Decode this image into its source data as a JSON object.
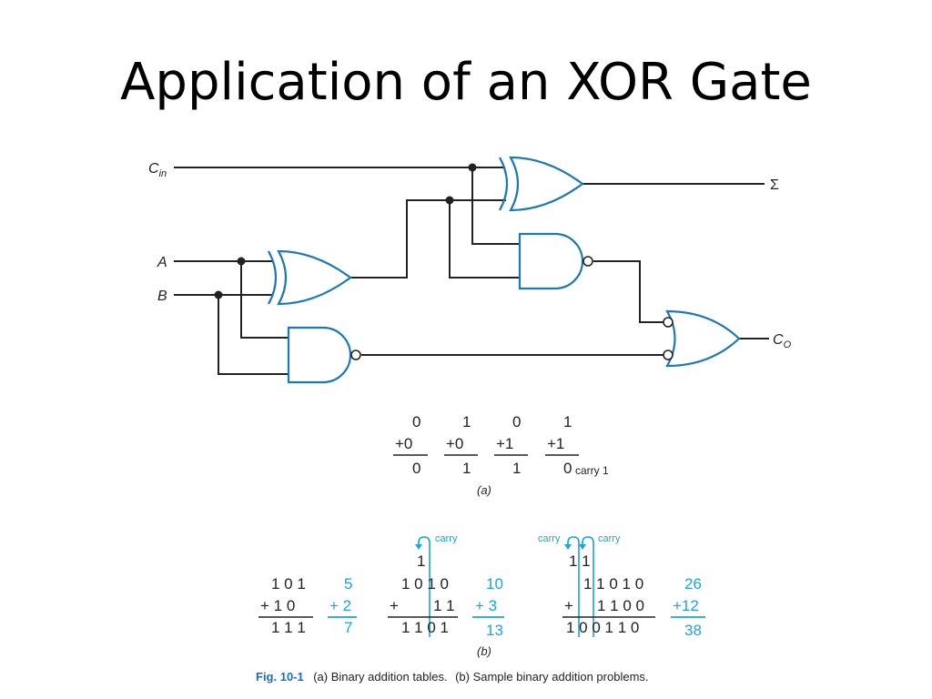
{
  "title": "Application of an XOR Gate",
  "circuit": {
    "inputs": {
      "cin": "C",
      "cin_sub": "in",
      "a": "A",
      "b": "B"
    },
    "outputs": {
      "sum": "Σ",
      "co": "C",
      "co_sub": "O"
    }
  },
  "table_a": {
    "columns": [
      {
        "top": "0",
        "add": "+0",
        "result": "0"
      },
      {
        "top": "1",
        "add": "+0",
        "result": "1"
      },
      {
        "top": "0",
        "add": "+1",
        "result": "1"
      },
      {
        "top": "1",
        "add": "+1",
        "result": "0"
      }
    ],
    "carry_note": "carry 1",
    "label": "(a)"
  },
  "problems_b": {
    "p1": {
      "top": "1 0 1",
      "bottom": "+  1 0",
      "result": "1 1 1",
      "dec_top": "5",
      "dec_bottom": "+ 2",
      "dec_result": "7"
    },
    "p2": {
      "carry_label": "carry",
      "carry_digit": "1",
      "top": "1 0 1 0",
      "plus": "+",
      "bottom": "1 1",
      "result": "1 1 0 1",
      "dec_top": "10",
      "dec_bottom": "+ 3",
      "dec_result": "13"
    },
    "p3": {
      "carry_label_left": "carry",
      "carry_label_right": "carry",
      "carry_digits": "1 1",
      "top": "1 1 0 1 0",
      "plus": "+",
      "bottom": "1 1 0 0",
      "result": "1 0 0 1 1 0",
      "dec_top": "26",
      "dec_bottom": "+12",
      "dec_result": "38"
    },
    "label": "(b)"
  },
  "caption": {
    "fig": "Fig. 10-1",
    "text_a": "(a) Binary addition tables.",
    "text_b": "(b) Sample binary addition problems."
  }
}
